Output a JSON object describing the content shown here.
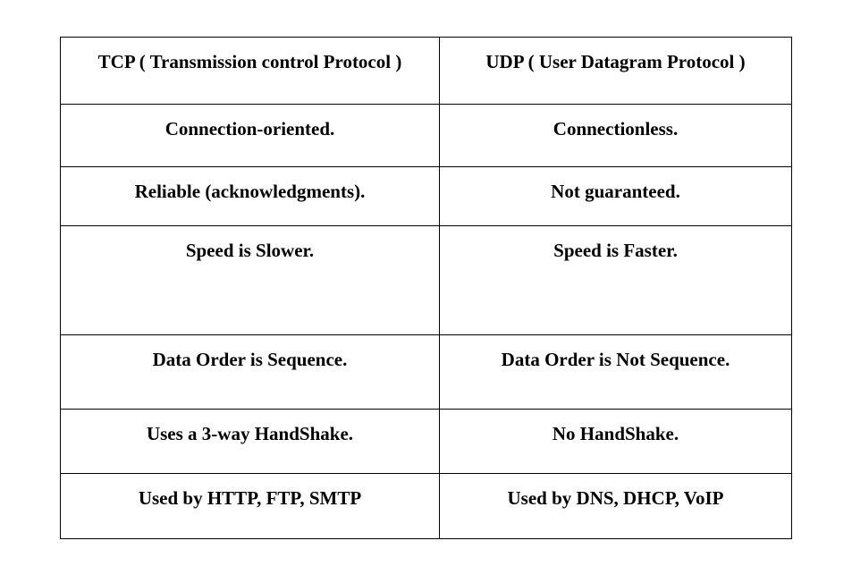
{
  "table": {
    "headers": [
      "TCP ( Transmission control Protocol )",
      "UDP ( User Datagram Protocol )"
    ],
    "rows": [
      [
        "Connection-oriented.",
        "Connectionless."
      ],
      [
        "Reliable (acknowledgments).",
        "Not guaranteed."
      ],
      [
        "Speed is Slower.",
        "Speed is Faster."
      ],
      [
        "Data Order is Sequence.",
        "Data Order is Not Sequence."
      ],
      [
        "Uses a 3-way HandShake.",
        "No HandShake."
      ],
      [
        "Used by HTTP, FTP, SMTP",
        "Used by DNS, DHCP, VoIP"
      ]
    ]
  }
}
